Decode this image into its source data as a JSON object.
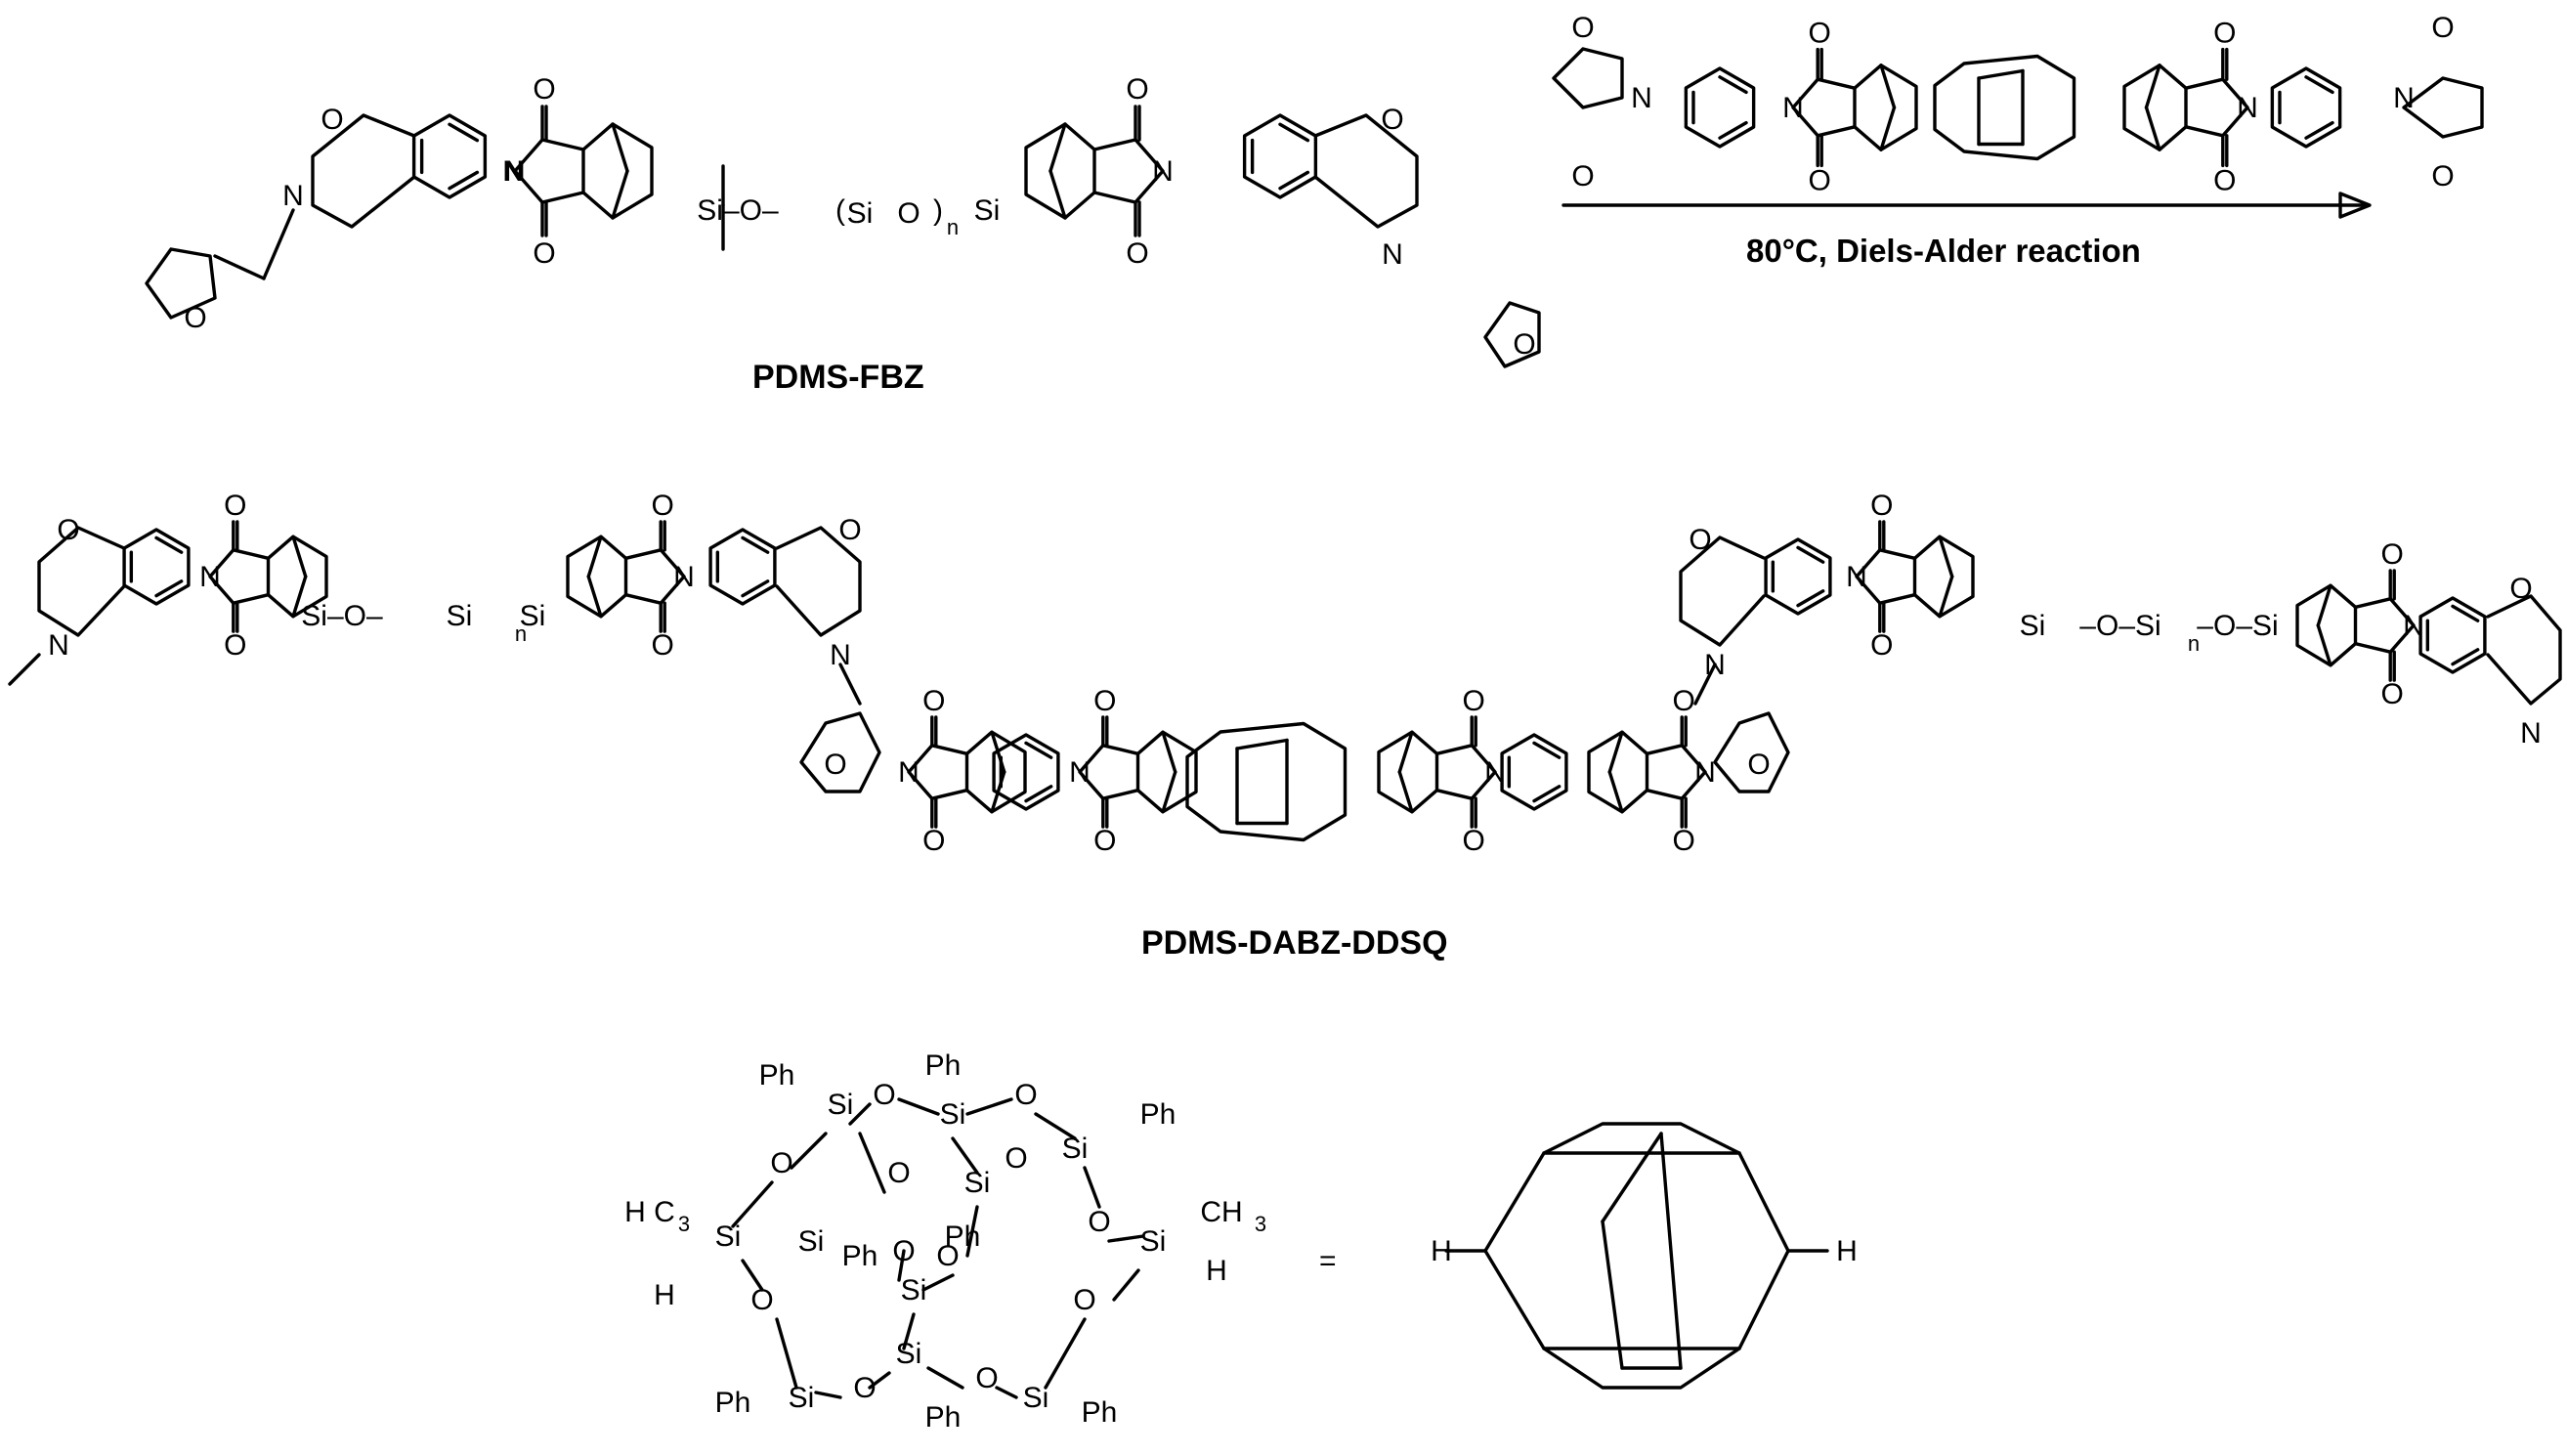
{
  "labels": {
    "fbz": "PDMS-FBZ",
    "product": "PDMS-DABZ-DDSQ",
    "conditions": "80°C, Diels-Alder reaction",
    "equals": "="
  },
  "atoms": {
    "O": "O",
    "N": "N",
    "Si": "Si",
    "H": "H",
    "Ph": "Ph",
    "CH3": "CH",
    "sub3": "3",
    "H3C_H": "H",
    "H3C_C": "C",
    "n": "n",
    "paren_open": "(",
    "paren_close": ")",
    "SiO": "Si–O–",
    "OSi": "–O–Si"
  }
}
